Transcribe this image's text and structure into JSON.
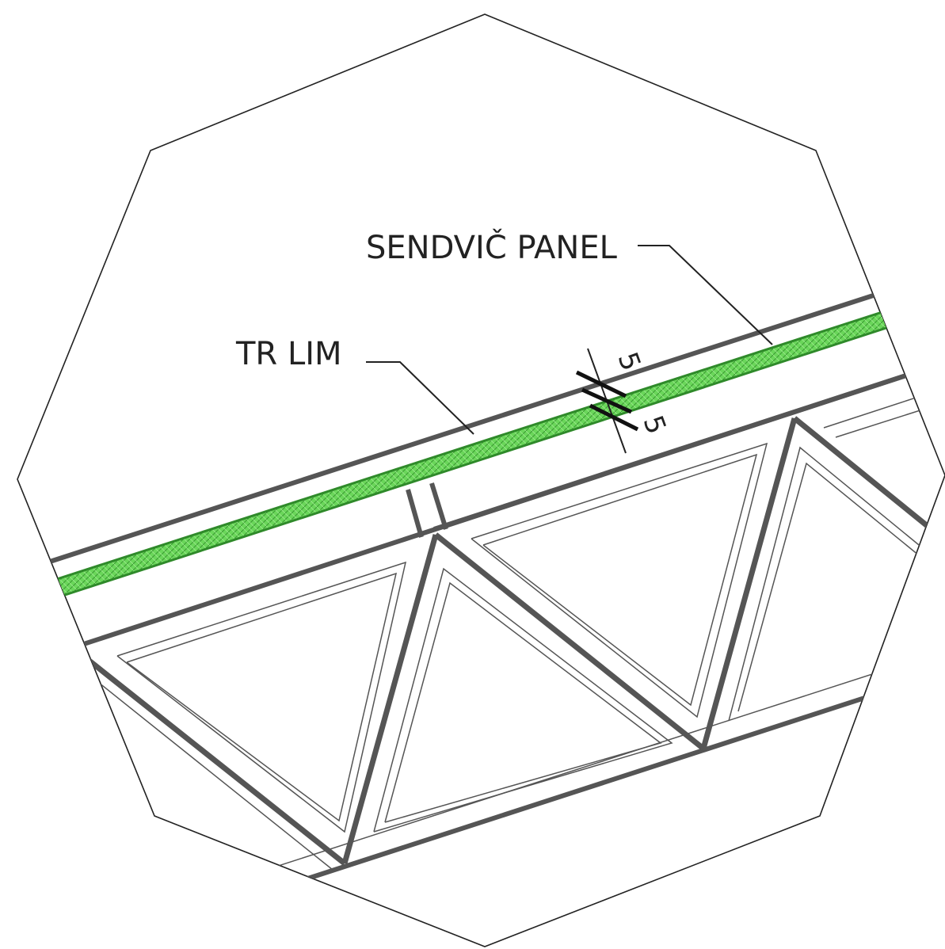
{
  "labels": {
    "sandwich_panel": "SENDVIČ PANEL",
    "tr_sheet": "TR LIM"
  },
  "dimensions": {
    "top_value": "5",
    "bottom_value": "5"
  },
  "colors": {
    "background": "#ffffff",
    "outline": "#222222",
    "truss": "#555555",
    "insulation_fill": "#6ad65a",
    "insulation_edge": "#2f8a2a"
  }
}
